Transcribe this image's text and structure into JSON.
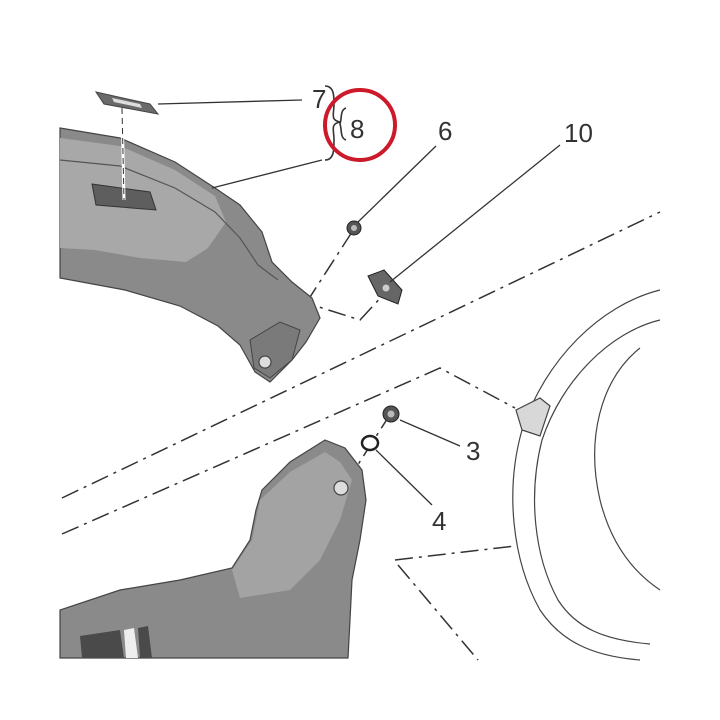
{
  "diagram": {
    "callouts": [
      {
        "id": "c7",
        "label": "7"
      },
      {
        "id": "c8",
        "label": "8",
        "highlighted": true
      },
      {
        "id": "c6",
        "label": "6"
      },
      {
        "id": "c10",
        "label": "10"
      },
      {
        "id": "c3",
        "label": "3"
      },
      {
        "id": "c4",
        "label": "4"
      }
    ],
    "colors": {
      "part_fill": "#8a8a8a",
      "part_light": "#b3b3b3",
      "part_dark": "#5a5a5a",
      "line": "#333333",
      "highlight": "#cc1a2a"
    }
  }
}
